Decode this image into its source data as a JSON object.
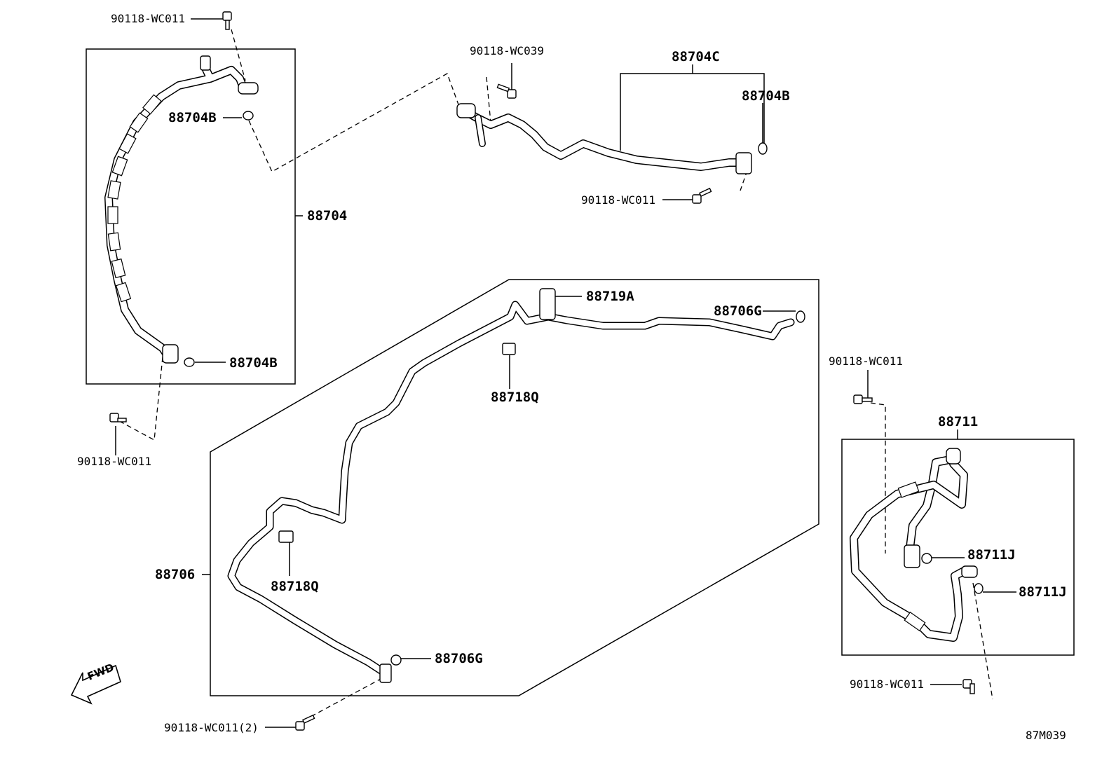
{
  "labels": {
    "bolt_top_left": "90118-WC011",
    "oring_upper_left": "88704B",
    "hose_assembly_left": "88704",
    "oring_lower_left": "88704B",
    "bolt_bottom_left": "90118-WC011",
    "bolt_top_center": "90118-WC039",
    "tube_upper": "88704C",
    "oring_upper_right": "88704B",
    "bolt_upper_right": "90118-WC011",
    "clamp_88719a": "88719A",
    "oring_88706g_top": "88706G",
    "clamp_88718q_top": "88718Q",
    "tube_assembly_center": "88706",
    "clamp_88718q_bottom": "88718Q",
    "oring_88706g_bottom": "88706G",
    "bolt_bottom_center": "90118-WC011(2)",
    "bolt_right_top": "90118-WC011",
    "hose_assembly_right": "88711",
    "oring_88711j_upper": "88711J",
    "oring_88711j_lower": "88711J",
    "bolt_right_bottom": "90118-WC011",
    "fwd_marker": "FWD",
    "diagram_code": "87M039"
  }
}
